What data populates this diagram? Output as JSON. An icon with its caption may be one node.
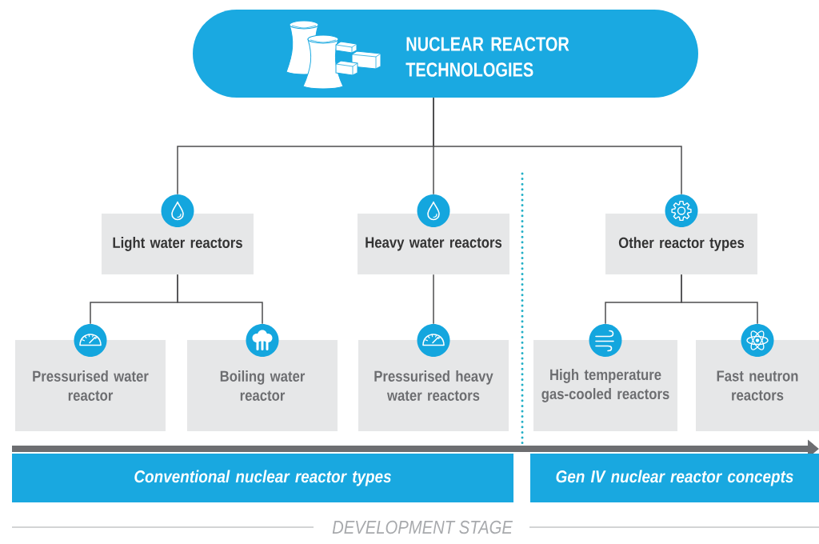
{
  "diagram": {
    "nodes": [
      {
        "text": [
          "NUCLEAR REACTOR TECHNOLOGIES"
        ]
      },
      {
        "text": [
          "Light water reactors"
        ]
      },
      {
        "text": [
          "Heavy water reactors"
        ]
      },
      {
        "text": [
          "Other reactor types"
        ]
      },
      {
        "text": [
          "Pressurised water reactor"
        ]
      },
      {
        "text": [
          "Boiling water reactor"
        ]
      },
      {
        "text": [
          "Pressurised heavy water reactors"
        ]
      },
      {
        "text": [
          "High temperature gas-cooled reactors"
        ]
      },
      {
        "text": [
          "Fast neutron reactors"
        ]
      },
      {
        "text": [
          "Conventional nuclear reactor types"
        ]
      },
      {
        "text": [
          "Gen IV nuclear reactor concepts"
        ]
      }
    ],
    "edges": [
      {
        "from": 0,
        "to": 1,
        "arrow": "none"
      },
      {
        "from": 0,
        "to": 2,
        "arrow": "none"
      },
      {
        "from": 0,
        "to": 3,
        "arrow": "none"
      },
      {
        "from": 1,
        "to": 4,
        "arrow": "none"
      },
      {
        "from": 1,
        "to": 5,
        "arrow": "none"
      },
      {
        "from": 2,
        "to": 6,
        "arrow": "none"
      },
      {
        "from": 3,
        "to": 7,
        "arrow": "none"
      },
      {
        "from": 3,
        "to": 8,
        "arrow": "none"
      }
    ],
    "labels": [
      "DEVELOPMENT STAGE"
    ]
  }
}
